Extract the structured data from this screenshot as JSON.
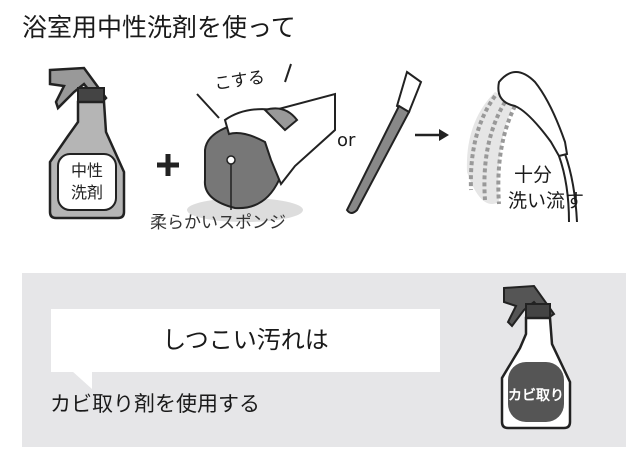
{
  "title": "浴室用中性洗剤を使って",
  "step1": {
    "bottle_label_line1": "中性",
    "bottle_label_line2": "洗剤"
  },
  "step2": {
    "action": "こする",
    "sponge_label": "柔らかいスポンジ",
    "or": "or"
  },
  "step3": {
    "rinse_line1": "十分",
    "rinse_line2": "洗い流す"
  },
  "tough_stains": {
    "heading": "しつこい汚れは",
    "instruction": "カビ取り剤を使用する",
    "bottle_label": "カビ取り"
  },
  "colors": {
    "panel": "#e6e6e8",
    "bottle_gray": "#b5b5b5",
    "dark": "#555555"
  }
}
